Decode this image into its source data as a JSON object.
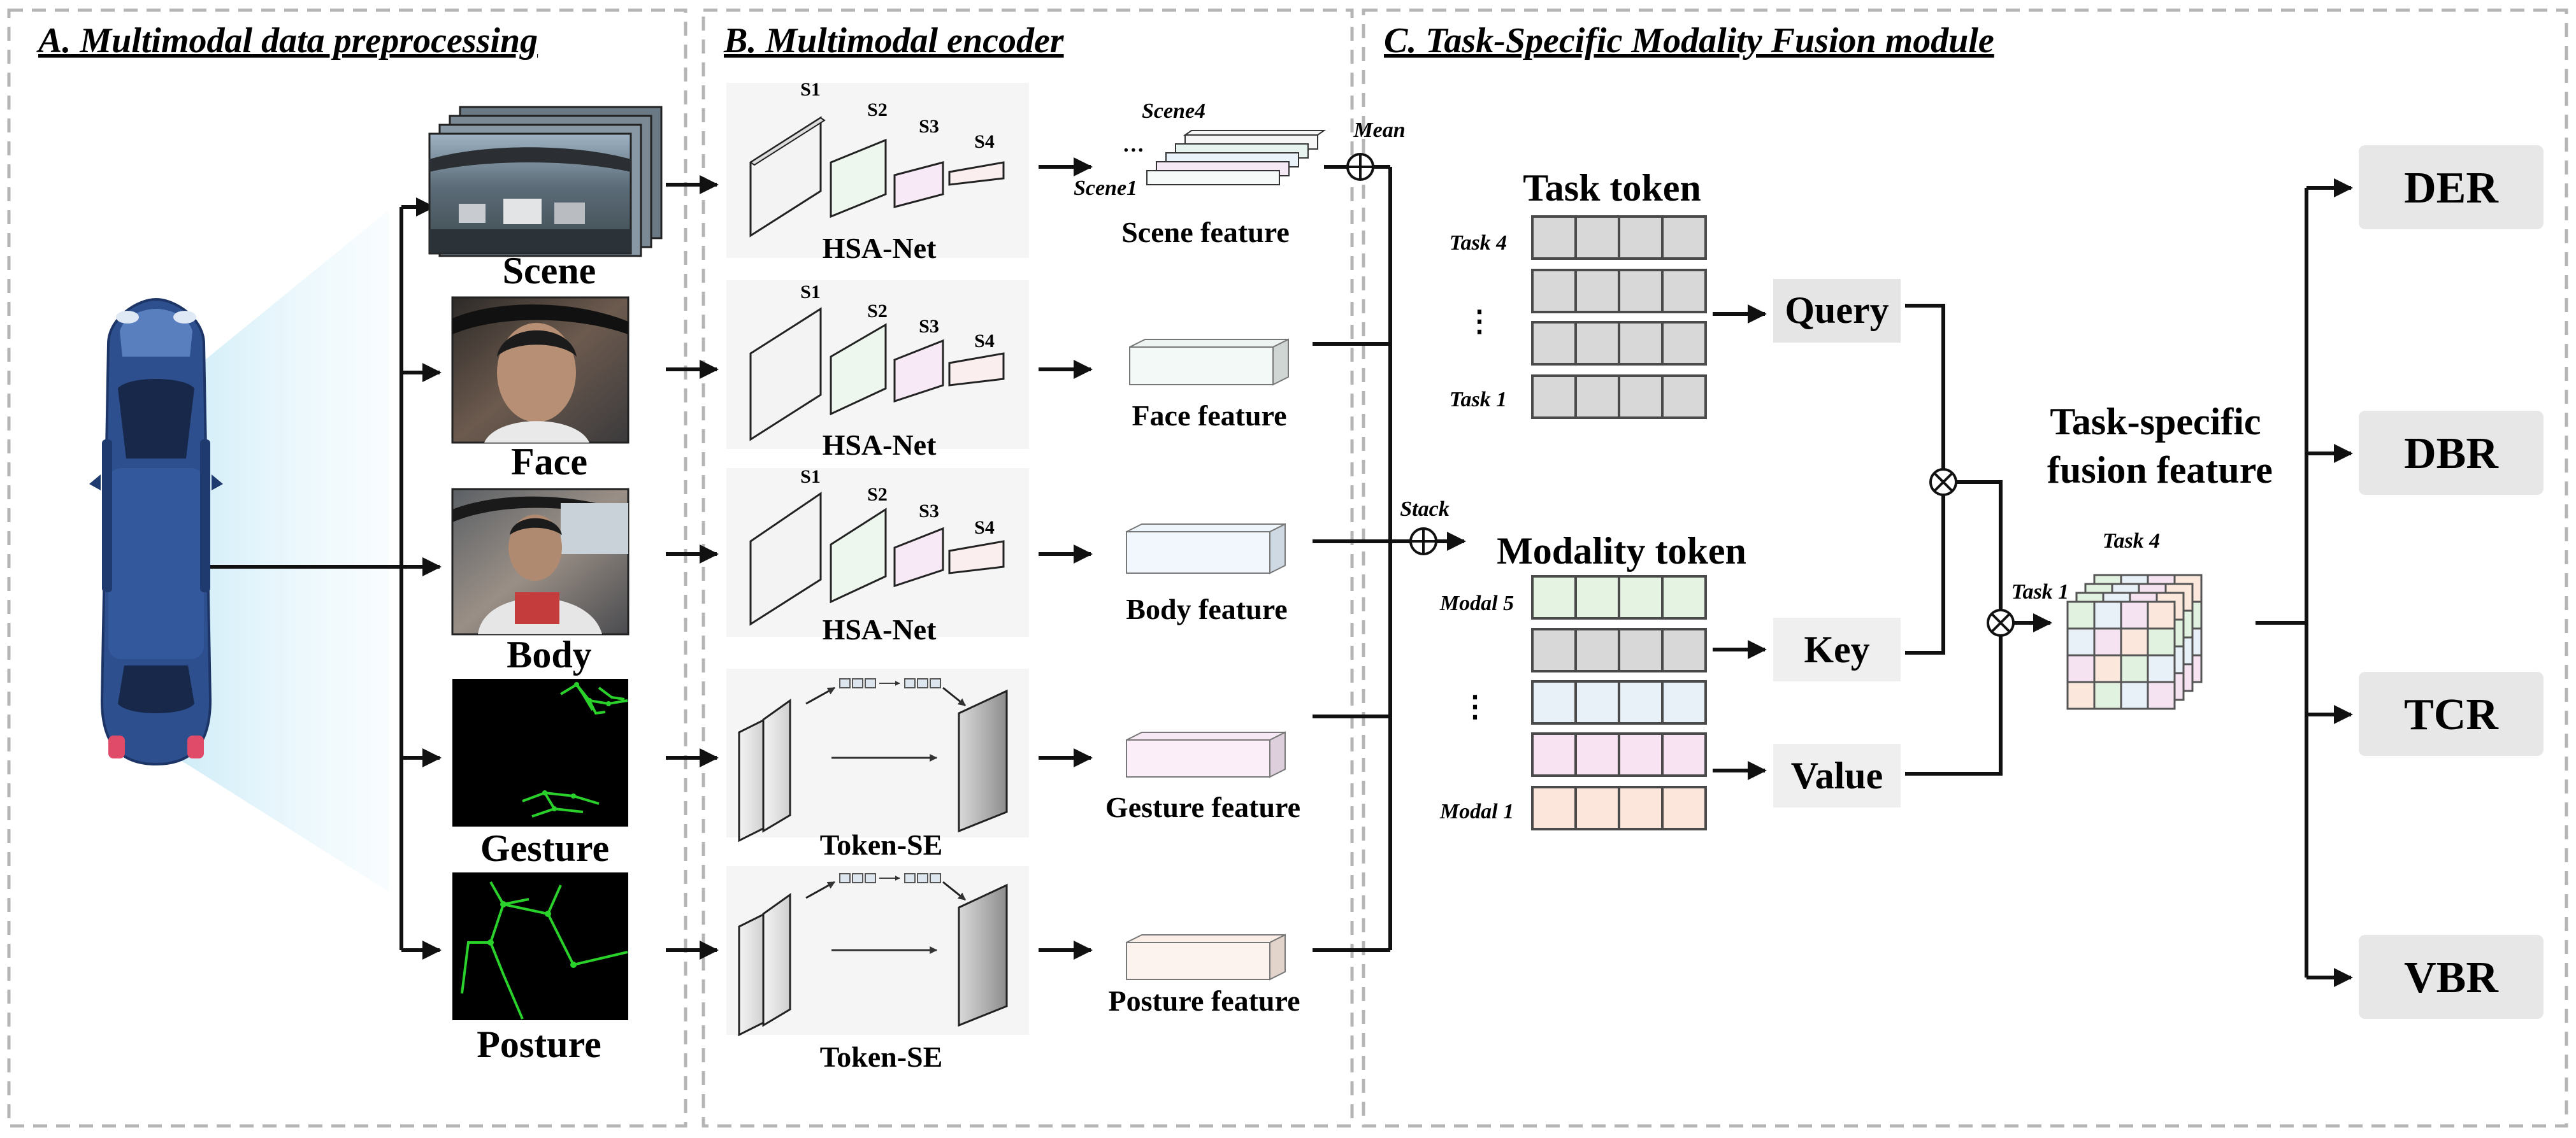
{
  "sections": {
    "a_title": "A. Multimodal data preprocessing",
    "b_title": "B. Multimodal encoder",
    "c_title": "C. Task-Specific Modality Fusion module"
  },
  "inputs": [
    {
      "label": "Scene"
    },
    {
      "label": "Face"
    },
    {
      "label": "Body"
    },
    {
      "label": "Gesture"
    },
    {
      "label": "Posture"
    }
  ],
  "encoders": [
    {
      "name": "HSA-Net",
      "feature": "Scene feature"
    },
    {
      "name": "HSA-Net",
      "feature": "Face feature"
    },
    {
      "name": "HSA-Net",
      "feature": "Body feature"
    },
    {
      "name": "Token-SE",
      "feature": "Gesture feature"
    },
    {
      "name": "Token-SE",
      "feature": "Posture feature"
    }
  ],
  "stages": [
    "S1",
    "S2",
    "S3",
    "S4"
  ],
  "scene_stack": {
    "top": "Scene4",
    "bottom": "Scene1",
    "dots": "…"
  },
  "ops": {
    "mean": "Mean",
    "stack": "Stack"
  },
  "fusion": {
    "task_token_title": "Task token",
    "task_top": "Task 4",
    "task_bottom": "Task 1",
    "modality_token_title": "Modality token",
    "modal_top": "Modal 5",
    "modal_bottom": "Modal 1",
    "vdots": "⋮",
    "query": "Query",
    "key": "Key",
    "value": "Value",
    "fusion_title_1": "Task-specific",
    "fusion_title_2": "fusion feature",
    "fusion_task_top": "Task 4",
    "fusion_task_bottom": "Task 1"
  },
  "outputs": [
    "DER",
    "DBR",
    "TCR",
    "VBR"
  ],
  "colors": {
    "dash_border": "#b5b5b5",
    "car_body": "#2d4f8e",
    "glow": "#cdebf6",
    "token_gray": "#d8d8d8",
    "modal_green": "#e4f3e2",
    "modal_blue": "#e8f1f8",
    "modal_pink": "#f8e3f3",
    "modal_peach": "#fce6dc",
    "button_gray": "#e7e7e7",
    "skeleton_green": "#2bd12b"
  }
}
